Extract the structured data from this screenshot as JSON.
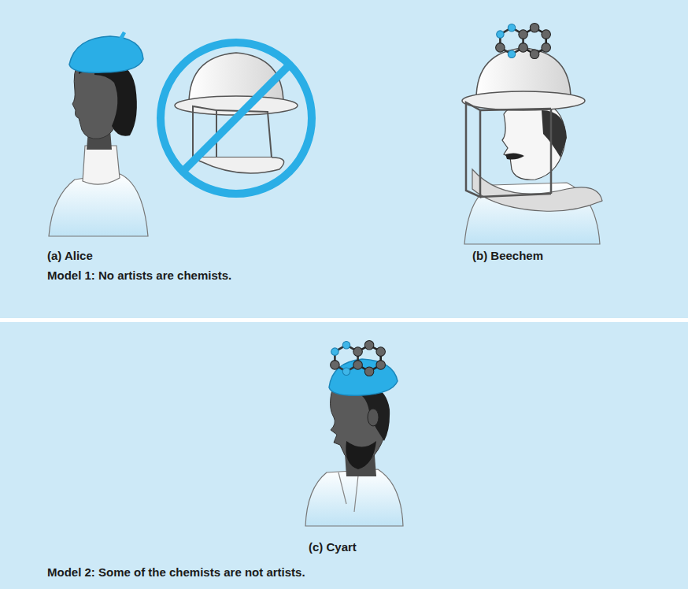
{
  "diagram": {
    "labels": [
      "(a) Alice",
      "Model 1: No artists are chemists.",
      "(b) Beechem",
      "(c) Cyart",
      "Model 2: Some of the chemists are not artists."
    ]
  }
}
